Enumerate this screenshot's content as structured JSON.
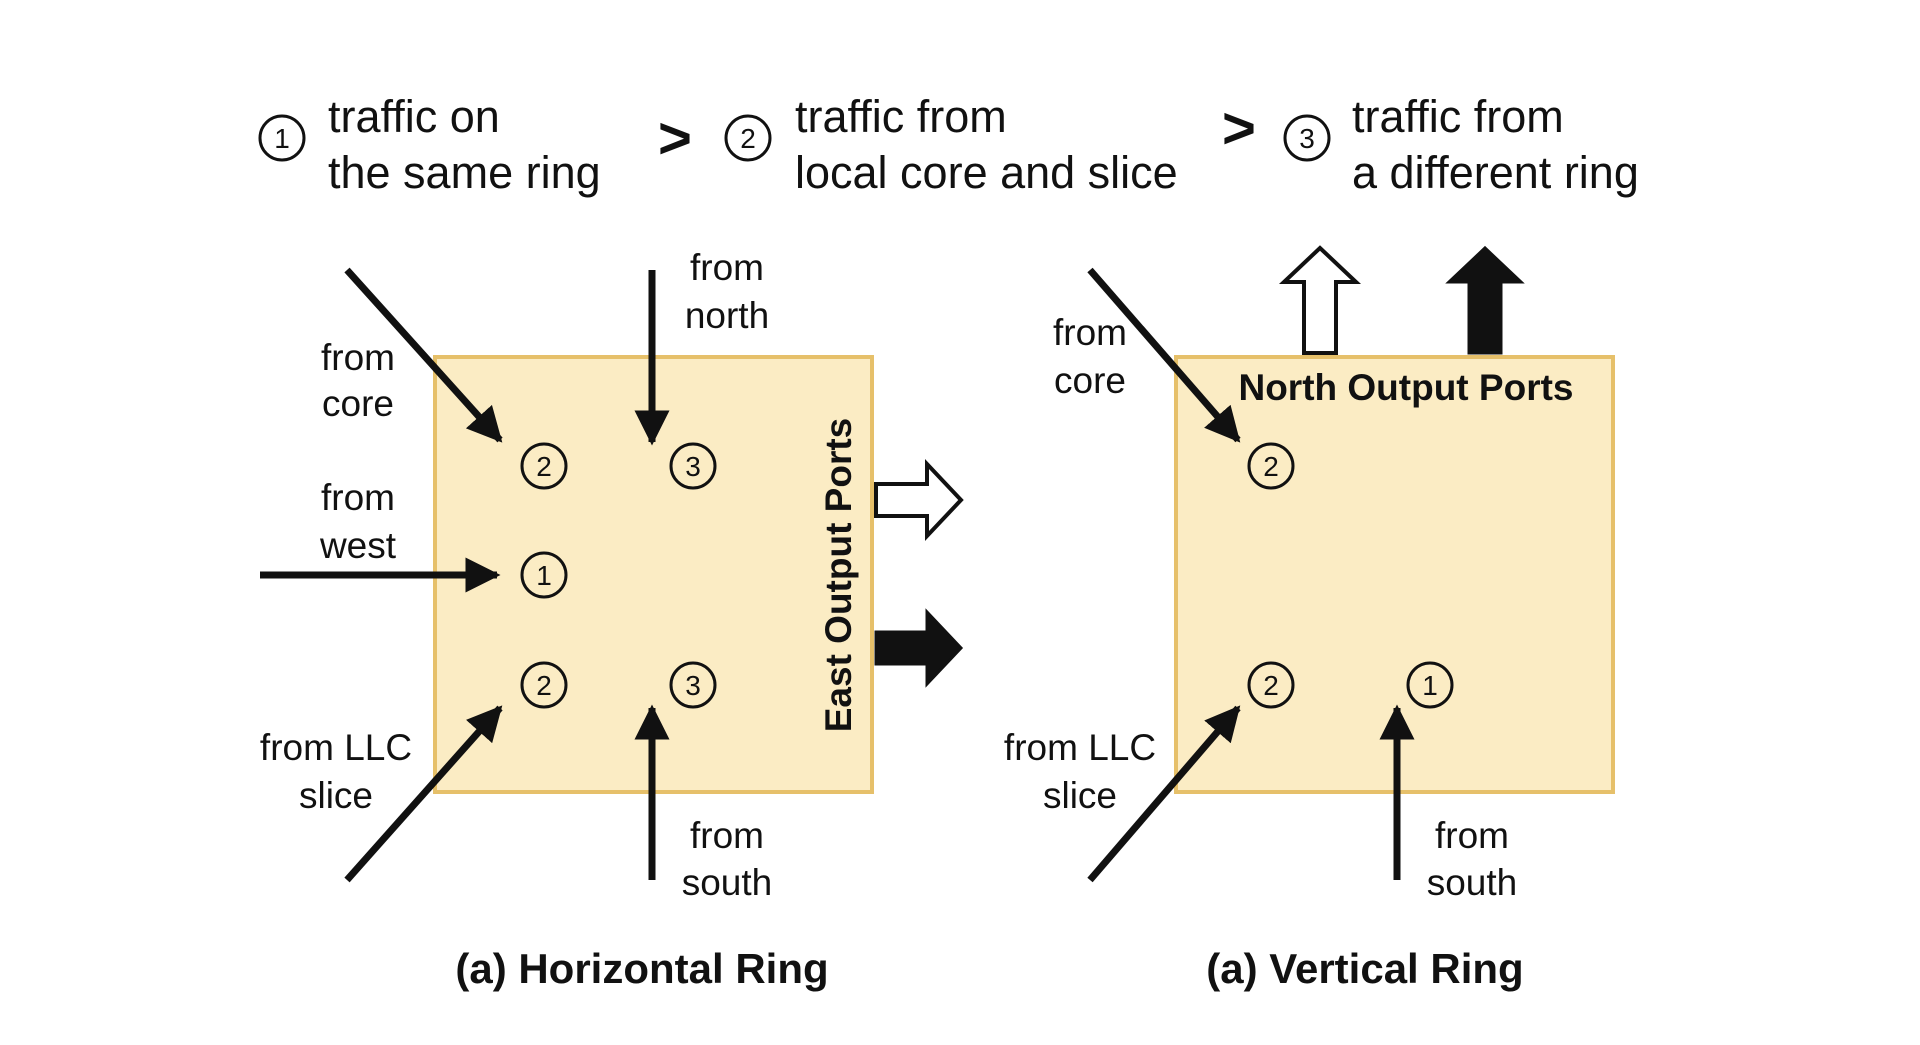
{
  "colors": {
    "box_fill": "#fbecc4",
    "box_stroke": "#e6c06a",
    "ink": "#111111"
  },
  "legend": {
    "p1_num": "1",
    "p1_line1": "traffic on",
    "p1_line2": "the same ring",
    "sep1": ">",
    "p2_num": "2",
    "p2_line1": "traffic from",
    "p2_line2": "local core and slice",
    "sep2": ">",
    "p3_num": "3",
    "p3_line1": "traffic from",
    "p3_line2": "a different ring"
  },
  "horizontal": {
    "caption": "(a) Horizontal Ring",
    "port_label": "East Output Ports",
    "from_core": [
      "from",
      "core"
    ],
    "from_west": [
      "from",
      "west"
    ],
    "from_llc": [
      "from LLC",
      "slice"
    ],
    "from_north": [
      "from",
      "north"
    ],
    "from_south": [
      "from",
      "south"
    ],
    "nodes": {
      "core": "2",
      "north": "3",
      "west": "1",
      "llc": "2",
      "south": "3"
    }
  },
  "vertical": {
    "caption": "(a) Vertical Ring",
    "port_label": "North Output Ports",
    "from_core": [
      "from",
      "core"
    ],
    "from_llc": [
      "from LLC",
      "slice"
    ],
    "from_south": [
      "from",
      "south"
    ],
    "nodes": {
      "core": "2",
      "llc": "2",
      "south": "1"
    }
  },
  "output_arrows": [
    "hollow-arrow",
    "solid-arrow"
  ]
}
